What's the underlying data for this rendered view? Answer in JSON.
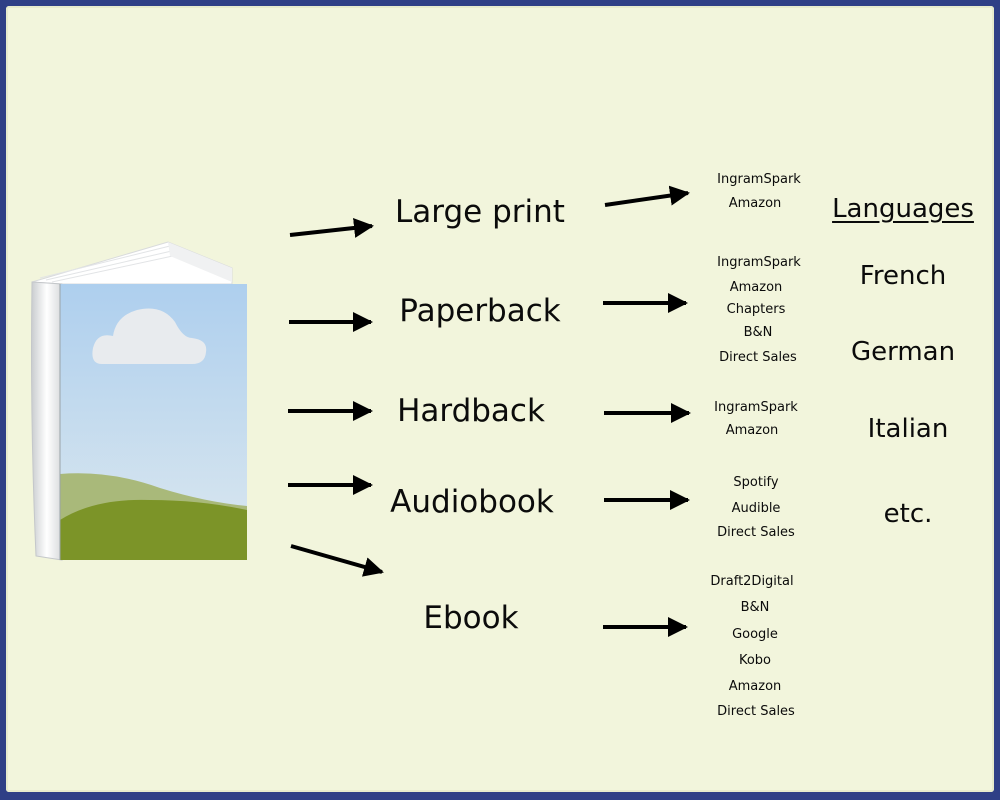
{
  "formats": [
    {
      "label": "Large print",
      "destinations": [
        "IngramSpark",
        "Amazon"
      ]
    },
    {
      "label": "Paperback",
      "destinations": [
        "IngramSpark",
        "Amazon",
        "Chapters",
        "B&N",
        "Direct Sales"
      ]
    },
    {
      "label": "Hardback",
      "destinations": [
        "IngramSpark",
        "Amazon"
      ]
    },
    {
      "label": "Audiobook",
      "destinations": [
        "Spotify",
        "Audible",
        "Direct Sales"
      ]
    },
    {
      "label": "Ebook",
      "destinations": [
        "Draft2Digital",
        "B&N",
        "Google",
        "Kobo",
        "Amazon",
        "Direct Sales"
      ]
    }
  ],
  "languages": {
    "heading": "Languages",
    "items": [
      "French",
      "German",
      "Italian",
      "etc."
    ]
  },
  "colors": {
    "border": "#2f3f86",
    "paper": "#f2f5dc",
    "arrow": "#000000",
    "sky": "#b7d4ee",
    "hill_dark": "#7c9428",
    "hill_light": "#a7b775",
    "cloud": "#e9ecef"
  }
}
